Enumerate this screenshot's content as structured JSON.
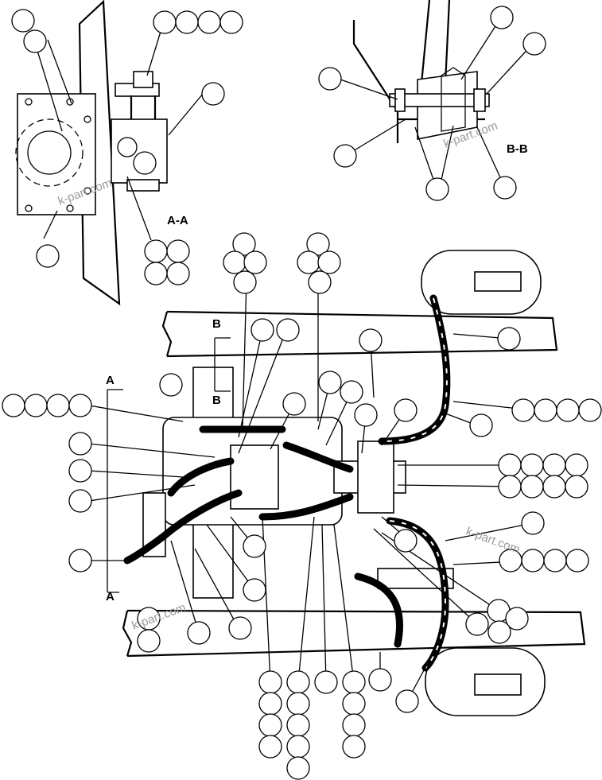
{
  "labels": {
    "section_aa": "A-A",
    "section_bb": "B-B",
    "marker_a_top": "A",
    "marker_a_bottom": "A",
    "marker_b_top": "B",
    "marker_b_bottom": "B"
  },
  "watermark": "k-part.com",
  "colors": {
    "line": "#000000",
    "background": "#ffffff",
    "watermark": "#9a9a9a"
  }
}
